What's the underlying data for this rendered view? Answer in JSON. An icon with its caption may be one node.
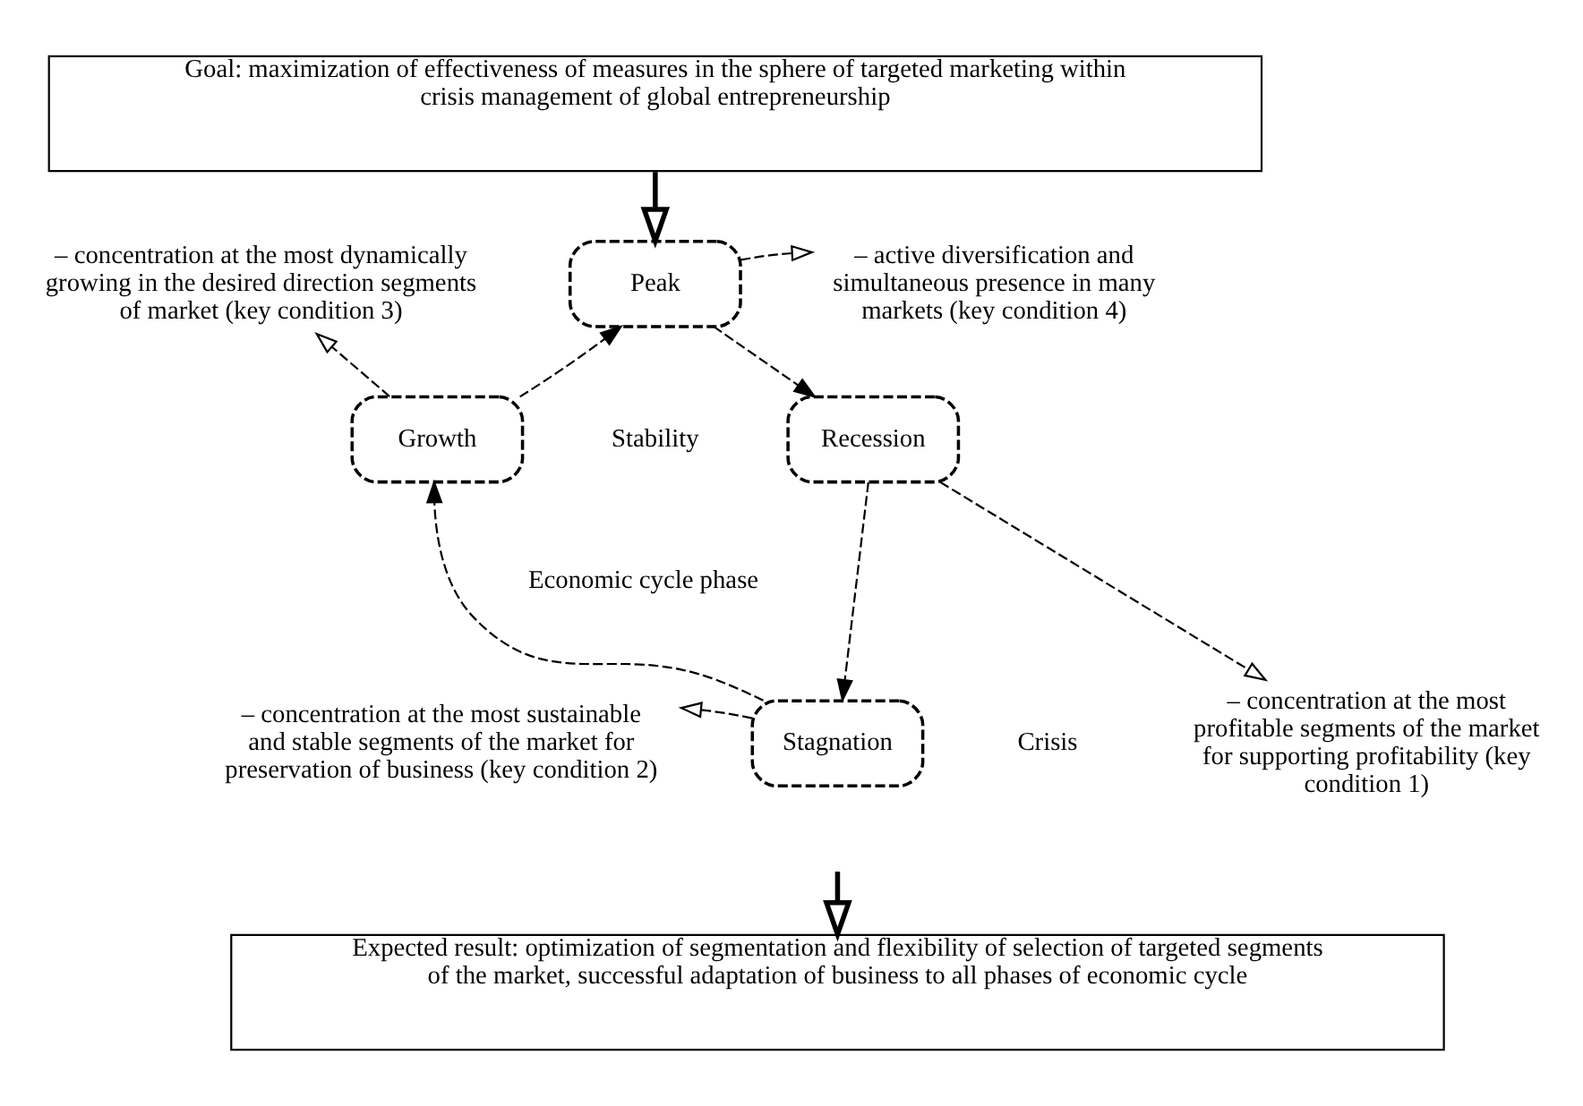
{
  "diagram": {
    "nodes": [
      {
        "text": [
          "Goal: maximization of effectiveness of measures in the sphere of targeted marketing within crisis management of global entrepreneurship"
        ]
      },
      {
        "text": [
          "– concentration at the most dynamically growing in the desired direction segments of market (key condition 3)"
        ]
      },
      {
        "text": [
          "Peak"
        ]
      },
      {
        "text": [
          "– active diversification and simultaneous presence in many markets (key condition 4)"
        ]
      },
      {
        "text": [
          "Growth"
        ]
      },
      {
        "text": [
          "Recession"
        ]
      },
      {
        "text": [
          "Stagnation"
        ]
      },
      {
        "text": [
          "– concentration at the most sustainable and stable segments of the market for preservation of business (key condition 2)"
        ]
      },
      {
        "text": [
          "– concentration at the most profitable segments of the market for supporting profitability (key condition 1)"
        ]
      },
      {
        "text": [
          "Expected result: optimization of segmentation and flexibility of selection of targeted segments of the market, successful adaptation of business to all phases of economic cycle"
        ]
      }
    ],
    "edges": [
      {
        "from": 0,
        "to": 2,
        "arrow": "to",
        "style": "thick"
      },
      {
        "from": 2,
        "to": 5,
        "arrow": "to",
        "style": "dashed"
      },
      {
        "from": 5,
        "to": 6,
        "arrow": "to",
        "style": "dashed"
      },
      {
        "from": 6,
        "to": 4,
        "arrow": "to",
        "style": "dashed"
      },
      {
        "from": 4,
        "to": 2,
        "arrow": "to",
        "style": "dashed"
      },
      {
        "from": 2,
        "to": 3,
        "arrow": "to",
        "style": "dashed"
      },
      {
        "from": 4,
        "to": 1,
        "arrow": "to",
        "style": "dashed"
      },
      {
        "from": 5,
        "to": 8,
        "arrow": "to",
        "style": "dashed"
      },
      {
        "from": 6,
        "to": 7,
        "arrow": "to",
        "style": "dashed"
      },
      {
        "from": null,
        "to": 9,
        "arrow": "to",
        "style": "thick"
      }
    ],
    "labels": [
      "Stability",
      "Economic cycle phase",
      "Crisis"
    ]
  }
}
